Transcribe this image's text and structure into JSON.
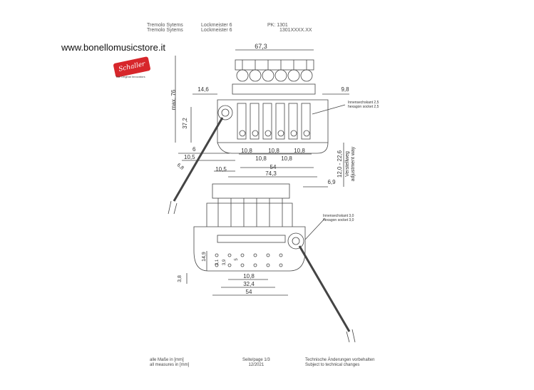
{
  "header": {
    "col1": [
      "Tremolo Sytems",
      "Tremolo Sytems"
    ],
    "col2": [
      "Lockmeister 6",
      "Lockmeister 6"
    ],
    "col3": [
      "PK: 1301",
      "1301XXXX.XX"
    ]
  },
  "website": "www.bonellomusicstore.it",
  "logo": {
    "text": "Schaller",
    "tagline": "The Original Innovators",
    "color": "#d7262b"
  },
  "top_view": {
    "width_top": "67,3",
    "max_height": "max. 76",
    "left_offset": "14,6",
    "right_offset": "9,8",
    "height_mid": "37,2",
    "socket_note_de": "Innensechskant 2,5",
    "socket_note_en": "hexagon socket 2,5",
    "spacing_a": "10,8",
    "spacing_b": "10,8",
    "spacing_c": "10,8",
    "spacing_d": "10,8",
    "spacing_e": "10,8",
    "dim_6": "6",
    "dim_10_5a": "10,5",
    "dim_10_5b": "10,5",
    "dim_54": "54",
    "dim_74_3": "74,3",
    "dim_6_9": "6,9",
    "dim_6_8": "6,8",
    "adjust_range": "12,0 - 22,6",
    "adjust_de": "Verstellweg",
    "adjust_en": "adjustment way"
  },
  "bottom_view": {
    "socket_note_de": "Innensechskant 3,0",
    "socket_note_en": "hexagon socket 3,0",
    "dim_14_9": "14,9",
    "dim_3_1": "3,1",
    "dim_3_9": "3,9",
    "dim_5": "5",
    "dim_3_8": "3,8",
    "dim_10_8": "10,8",
    "dim_32_4": "32,4",
    "dim_54": "54"
  },
  "footer": {
    "units_de": "alle Maße in [mm]",
    "units_en": "all measures in [mm]",
    "page": "Seite/page 1/3",
    "date": "12/2021",
    "changes_de": "Technische Änderungen vorbehalten",
    "changes_en": "Subject to technical changes"
  },
  "colors": {
    "line": "#444444",
    "brand": "#d7262b"
  }
}
